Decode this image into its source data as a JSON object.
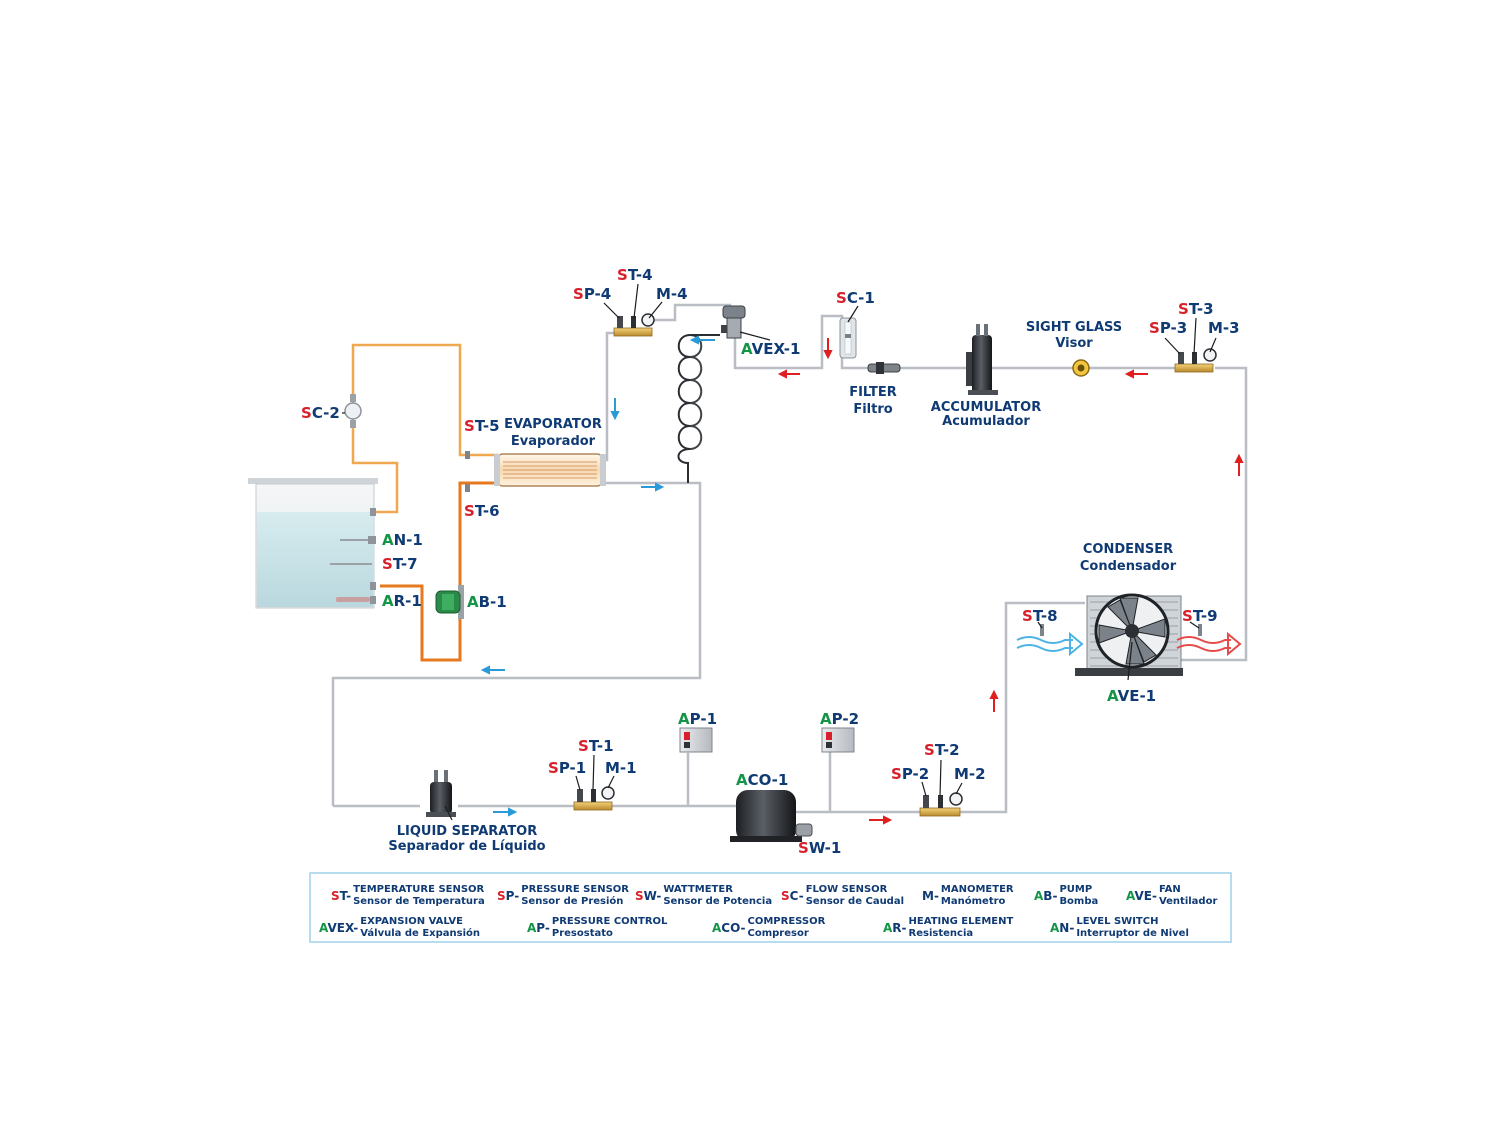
{
  "colors": {
    "prefix_red": "#d8202c",
    "prefix_green": "#149447",
    "label_blue": "#0f3a73",
    "pipe_gray": "#b9bec4",
    "water_pipe_orange": "#f0a850",
    "pump_pipe_orange": "#e6781f",
    "arrow_blue": "#2a9ad8",
    "arrow_red": "#e02020",
    "legend_border": "#9fd0e8"
  },
  "tags": {
    "st1": {
      "prefix": "S",
      "suffix": "T-1"
    },
    "sp1": {
      "prefix": "S",
      "suffix": "P-1"
    },
    "m1": {
      "prefix": "",
      "suffix": "M-1"
    },
    "ap1": {
      "prefix": "A",
      "suffix": "P-1"
    },
    "ap2": {
      "prefix": "A",
      "suffix": "P-2"
    },
    "aco1": {
      "prefix": "A",
      "suffix": "CO-1"
    },
    "sw1": {
      "prefix": "S",
      "suffix": "W-1"
    },
    "st2": {
      "prefix": "S",
      "suffix": "T-2"
    },
    "sp2": {
      "prefix": "S",
      "suffix": "P-2"
    },
    "m2": {
      "prefix": "",
      "suffix": "M-2"
    },
    "st3": {
      "prefix": "S",
      "suffix": "T-3"
    },
    "sp3": {
      "prefix": "S",
      "suffix": "P-3"
    },
    "m3": {
      "prefix": "",
      "suffix": "M-3"
    },
    "st4": {
      "prefix": "S",
      "suffix": "T-4"
    },
    "sp4": {
      "prefix": "S",
      "suffix": "P-4"
    },
    "m4": {
      "prefix": "",
      "suffix": "M-4"
    },
    "st5": {
      "prefix": "S",
      "suffix": "T-5"
    },
    "st6": {
      "prefix": "S",
      "suffix": "T-6"
    },
    "st7": {
      "prefix": "S",
      "suffix": "T-7"
    },
    "st8": {
      "prefix": "S",
      "suffix": "T-8"
    },
    "st9": {
      "prefix": "S",
      "suffix": "T-9"
    },
    "sc1": {
      "prefix": "S",
      "suffix": "C-1"
    },
    "sc2": {
      "prefix": "S",
      "suffix": "C-2"
    },
    "avex1": {
      "prefix": "A",
      "suffix": "VEX-1"
    },
    "an1": {
      "prefix": "A",
      "suffix": "N-1"
    },
    "ar1": {
      "prefix": "A",
      "suffix": "R-1"
    },
    "ab1": {
      "prefix": "A",
      "suffix": "B-1"
    },
    "ave1": {
      "prefix": "A",
      "suffix": "VE-1"
    }
  },
  "components": {
    "evaporator": {
      "en": "EVAPORATOR",
      "es": "Evaporador"
    },
    "filter": {
      "en": "FILTER",
      "es": "Filtro"
    },
    "accumulator": {
      "en": "ACCUMULATOR",
      "es": "Acumulador"
    },
    "sight_glass": {
      "en": "SIGHT GLASS",
      "es": "Visor"
    },
    "condenser": {
      "en": "CONDENSER",
      "es": "Condensador"
    },
    "liquid_separator": {
      "en": "LIQUID SEPARATOR",
      "es": "Separador de Líquido"
    }
  },
  "legend": [
    {
      "prefix": "S",
      "code": "T-",
      "en": "TEMPERATURE SENSOR",
      "es": "Sensor de Temperatura"
    },
    {
      "prefix": "S",
      "code": "P-",
      "en": "PRESSURE SENSOR",
      "es": "Sensor de Presión"
    },
    {
      "prefix": "S",
      "code": "W-",
      "en": "WATTMETER",
      "es": "Sensor de Potencia"
    },
    {
      "prefix": "S",
      "code": "C-",
      "en": "FLOW SENSOR",
      "es": "Sensor de Caudal"
    },
    {
      "prefix": "",
      "code": "M-",
      "en": "MANOMETER",
      "es": "Manómetro"
    },
    {
      "prefix": "A",
      "code": "B-",
      "en": "PUMP",
      "es": "Bomba"
    },
    {
      "prefix": "A",
      "code": "VE-",
      "en": "FAN",
      "es": "Ventilador"
    },
    {
      "prefix": "A",
      "code": "VEX-",
      "en": "EXPANSION VALVE",
      "es": "Válvula de Expansión"
    },
    {
      "prefix": "A",
      "code": "P-",
      "en": "PRESSURE CONTROL",
      "es": "Presostato"
    },
    {
      "prefix": "A",
      "code": "CO-",
      "en": "COMPRESSOR",
      "es": "Compresor"
    },
    {
      "prefix": "A",
      "code": "R-",
      "en": "HEATING ELEMENT",
      "es": "Resistencia"
    },
    {
      "prefix": "A",
      "code": "N-",
      "en": "LEVEL SWITCH",
      "es": "Interruptor de Nivel"
    }
  ]
}
